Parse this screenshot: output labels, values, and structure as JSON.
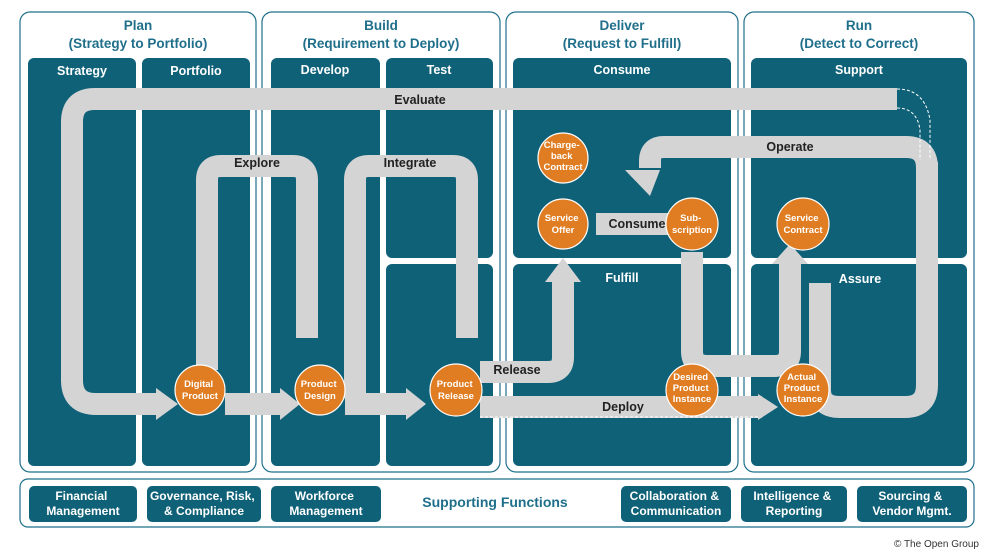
{
  "phases": [
    {
      "title": "Plan",
      "subtitle": "(Strategy to Portfolio)"
    },
    {
      "title": "Build",
      "subtitle": "(Requirement to Deploy)"
    },
    {
      "title": "Deliver",
      "subtitle": "(Request to Fulfill)"
    },
    {
      "title": "Run",
      "subtitle": "(Detect to Correct)"
    }
  ],
  "lanes": {
    "strategy": "Strategy",
    "portfolio": "Portfolio",
    "develop": "Develop",
    "test": "Test",
    "consume": "Consume",
    "fulfill": "Fulfill",
    "support": "Support",
    "assure": "Assure"
  },
  "flows": {
    "evaluate": "Evaluate",
    "explore": "Explore",
    "integrate": "Integrate",
    "operate": "Operate",
    "consume": "Consume",
    "release": "Release",
    "deploy": "Deploy"
  },
  "nodes": {
    "chargeback": [
      "Charge-",
      "back",
      "Contract"
    ],
    "service_offer": [
      "Service",
      "Offer"
    ],
    "subscription": [
      "Sub-",
      "scription"
    ],
    "service_contract": [
      "Service",
      "Contract"
    ],
    "digital_product": [
      "Digital",
      "Product"
    ],
    "product_design": [
      "Product",
      "Design"
    ],
    "product_release": [
      "Product",
      "Release"
    ],
    "desired_instance": [
      "Desired",
      "Product",
      "Instance"
    ],
    "actual_instance": [
      "Actual",
      "Product",
      "Instance"
    ]
  },
  "supporting": {
    "title": "Supporting Functions",
    "financial": [
      "Financial",
      "Management"
    ],
    "governance": [
      "Governance, Risk,",
      "& Compliance"
    ],
    "workforce": [
      "Workforce",
      "Management"
    ],
    "collaboration": [
      "Collaboration &",
      "Communication"
    ],
    "intelligence": [
      "Intelligence &",
      "Reporting"
    ],
    "sourcing": [
      "Sourcing &",
      "Vendor Mgmt."
    ]
  },
  "copyright": "© The Open Group",
  "colors": {
    "teal": "#0f6178",
    "header_text": "#1f6f8b",
    "flow": "#d4d4d4",
    "node": "#e07d22"
  }
}
